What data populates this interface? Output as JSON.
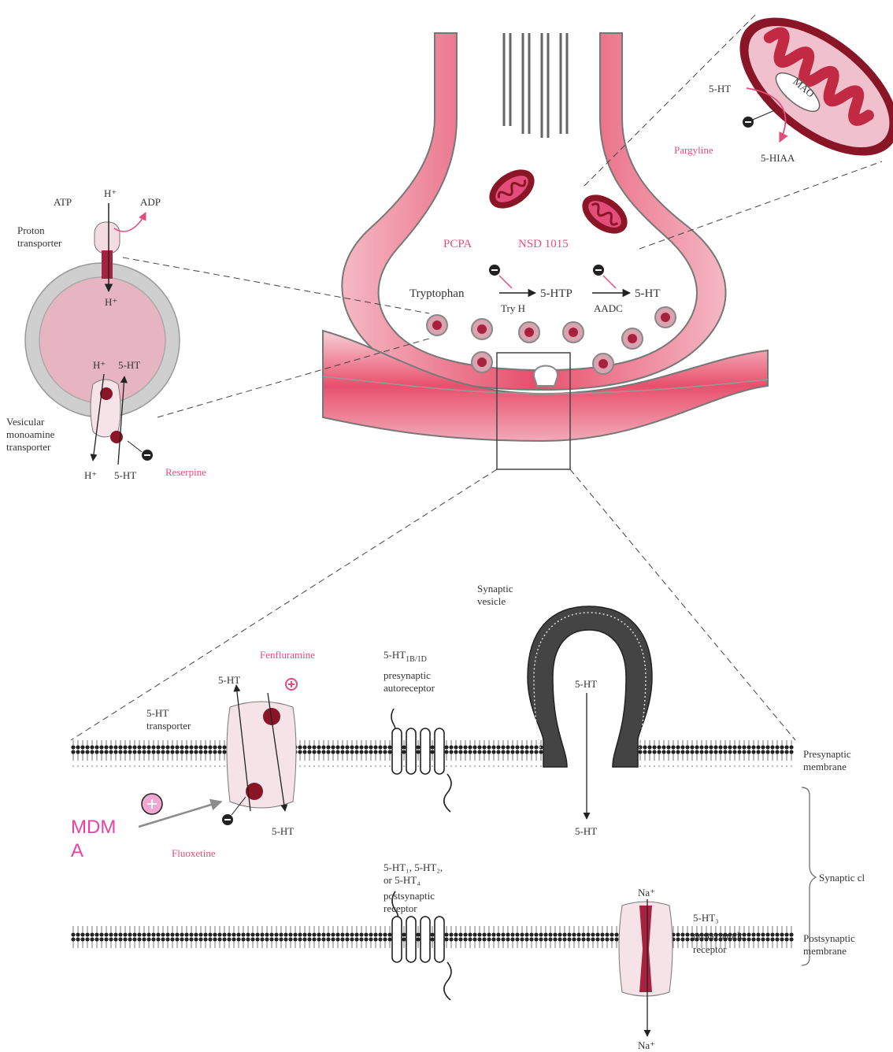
{
  "colors": {
    "neuron_pink": "#e9536f",
    "vesicle_fill": "#d9a3b0",
    "vesicle_core": "#a8223f",
    "mito_dark": "#8a1527",
    "drug_label": "#e34d7a",
    "mdma_label": "#ef3fa0",
    "membrane": "#2f2f2f"
  },
  "icons": {
    "inhibit": "minus-circle-icon",
    "stimulate": "plus-circle-icon"
  },
  "mito": {
    "serotonin": "5-HT",
    "enzyme": "MAO",
    "metabolite": "5-HIAA",
    "drug": "Pargyline"
  },
  "terminal": {
    "drug_1": "PCPA",
    "drug_2": "NSD 1015",
    "substrate": "Tryptophan",
    "intermediate": "5-HTP",
    "product": "5-HT",
    "enzyme_1": "Try H",
    "enzyme_2": "AADC"
  },
  "vesicle": {
    "atp": "ATP",
    "h_plus_top": "H⁺",
    "adp": "ADP",
    "proton_line1": "Proton",
    "proton_line2": "transporter",
    "h_plus_inside": "H⁺",
    "h_plus_vmat": "H⁺",
    "serotonin_vmat": "5-HT",
    "vmat_line1": "Vesicular",
    "vmat_line2": "monoamine",
    "vmat_line3": "transporter",
    "h_plus_bottom": "H⁺",
    "serotonin_bottom": "5-HT",
    "drug": "Reserpine"
  },
  "synapse": {
    "vesicle_line1": "Synaptic",
    "vesicle_line2": "vesicle",
    "vesicle_5ht": "5-HT",
    "released_5ht": "5-HT",
    "fenfluramine": "Fenfluramine",
    "transporter_5ht_top": "5-HT",
    "transporter_line1": "5-HT",
    "transporter_line2": "transporter",
    "transporter_5ht_bottom": "5-HT",
    "fluoxetine": "Fluoxetine",
    "mdma_line1": "MDM",
    "mdma_line2": "A",
    "auto_line1": "5-HT",
    "auto_sub": "1B/1D",
    "auto_line2": "presynaptic",
    "auto_line3": "autoreceptor",
    "post_line1": "5-HT₁, 5-HT₂,",
    "post_line2": "or 5-HT₄",
    "post_line3": "postsynaptic",
    "post_line4": "receptor",
    "ht3_line1": "5-HT₃",
    "ht3_line2": "postsynaptic",
    "ht3_line3": "receptor",
    "na_top": "Na⁺",
    "na_bottom": "Na⁺",
    "pre_line1": "Presynaptic",
    "pre_line2": "membrane",
    "cleft": "Synaptic cl",
    "post_membrane_line1": "Postsynaptic",
    "post_membrane_line2": "membrane"
  }
}
